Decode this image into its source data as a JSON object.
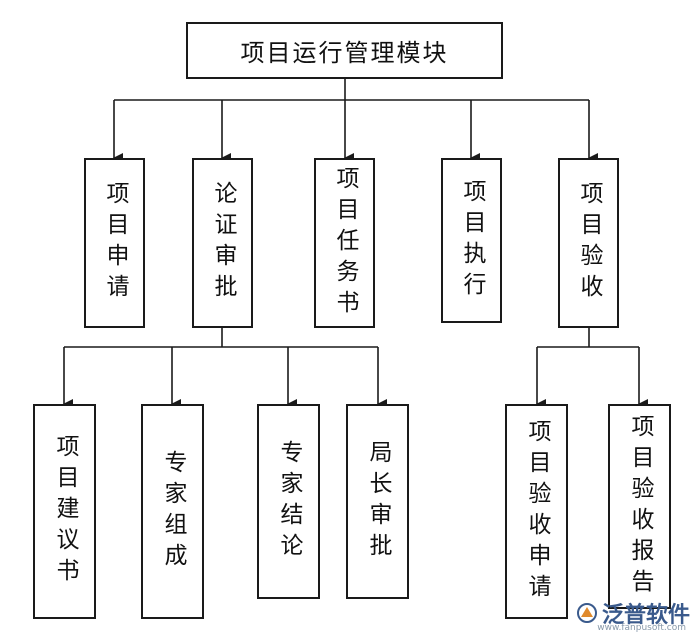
{
  "root": {
    "label": "项目运行管理模块"
  },
  "modules": [
    {
      "id": "apply",
      "label": "项目申请"
    },
    {
      "id": "review",
      "label": "论证审批"
    },
    {
      "id": "task",
      "label": "项目任务书"
    },
    {
      "id": "execute",
      "label": "项目执行"
    },
    {
      "id": "accept",
      "label": "项目验收"
    }
  ],
  "review_children": [
    {
      "id": "proposal",
      "label": "项目建议书"
    },
    {
      "id": "expert-group",
      "label": "专家组成"
    },
    {
      "id": "expert-conclusion",
      "label": "专家结论"
    },
    {
      "id": "director-approval",
      "label": "局长审批"
    }
  ],
  "accept_children": [
    {
      "id": "accept-apply",
      "label": "项目验收申请"
    },
    {
      "id": "accept-report",
      "label": "项目验收报告"
    }
  ],
  "watermark": {
    "text": "泛普软件",
    "url": "www.fanpusoft.com"
  }
}
